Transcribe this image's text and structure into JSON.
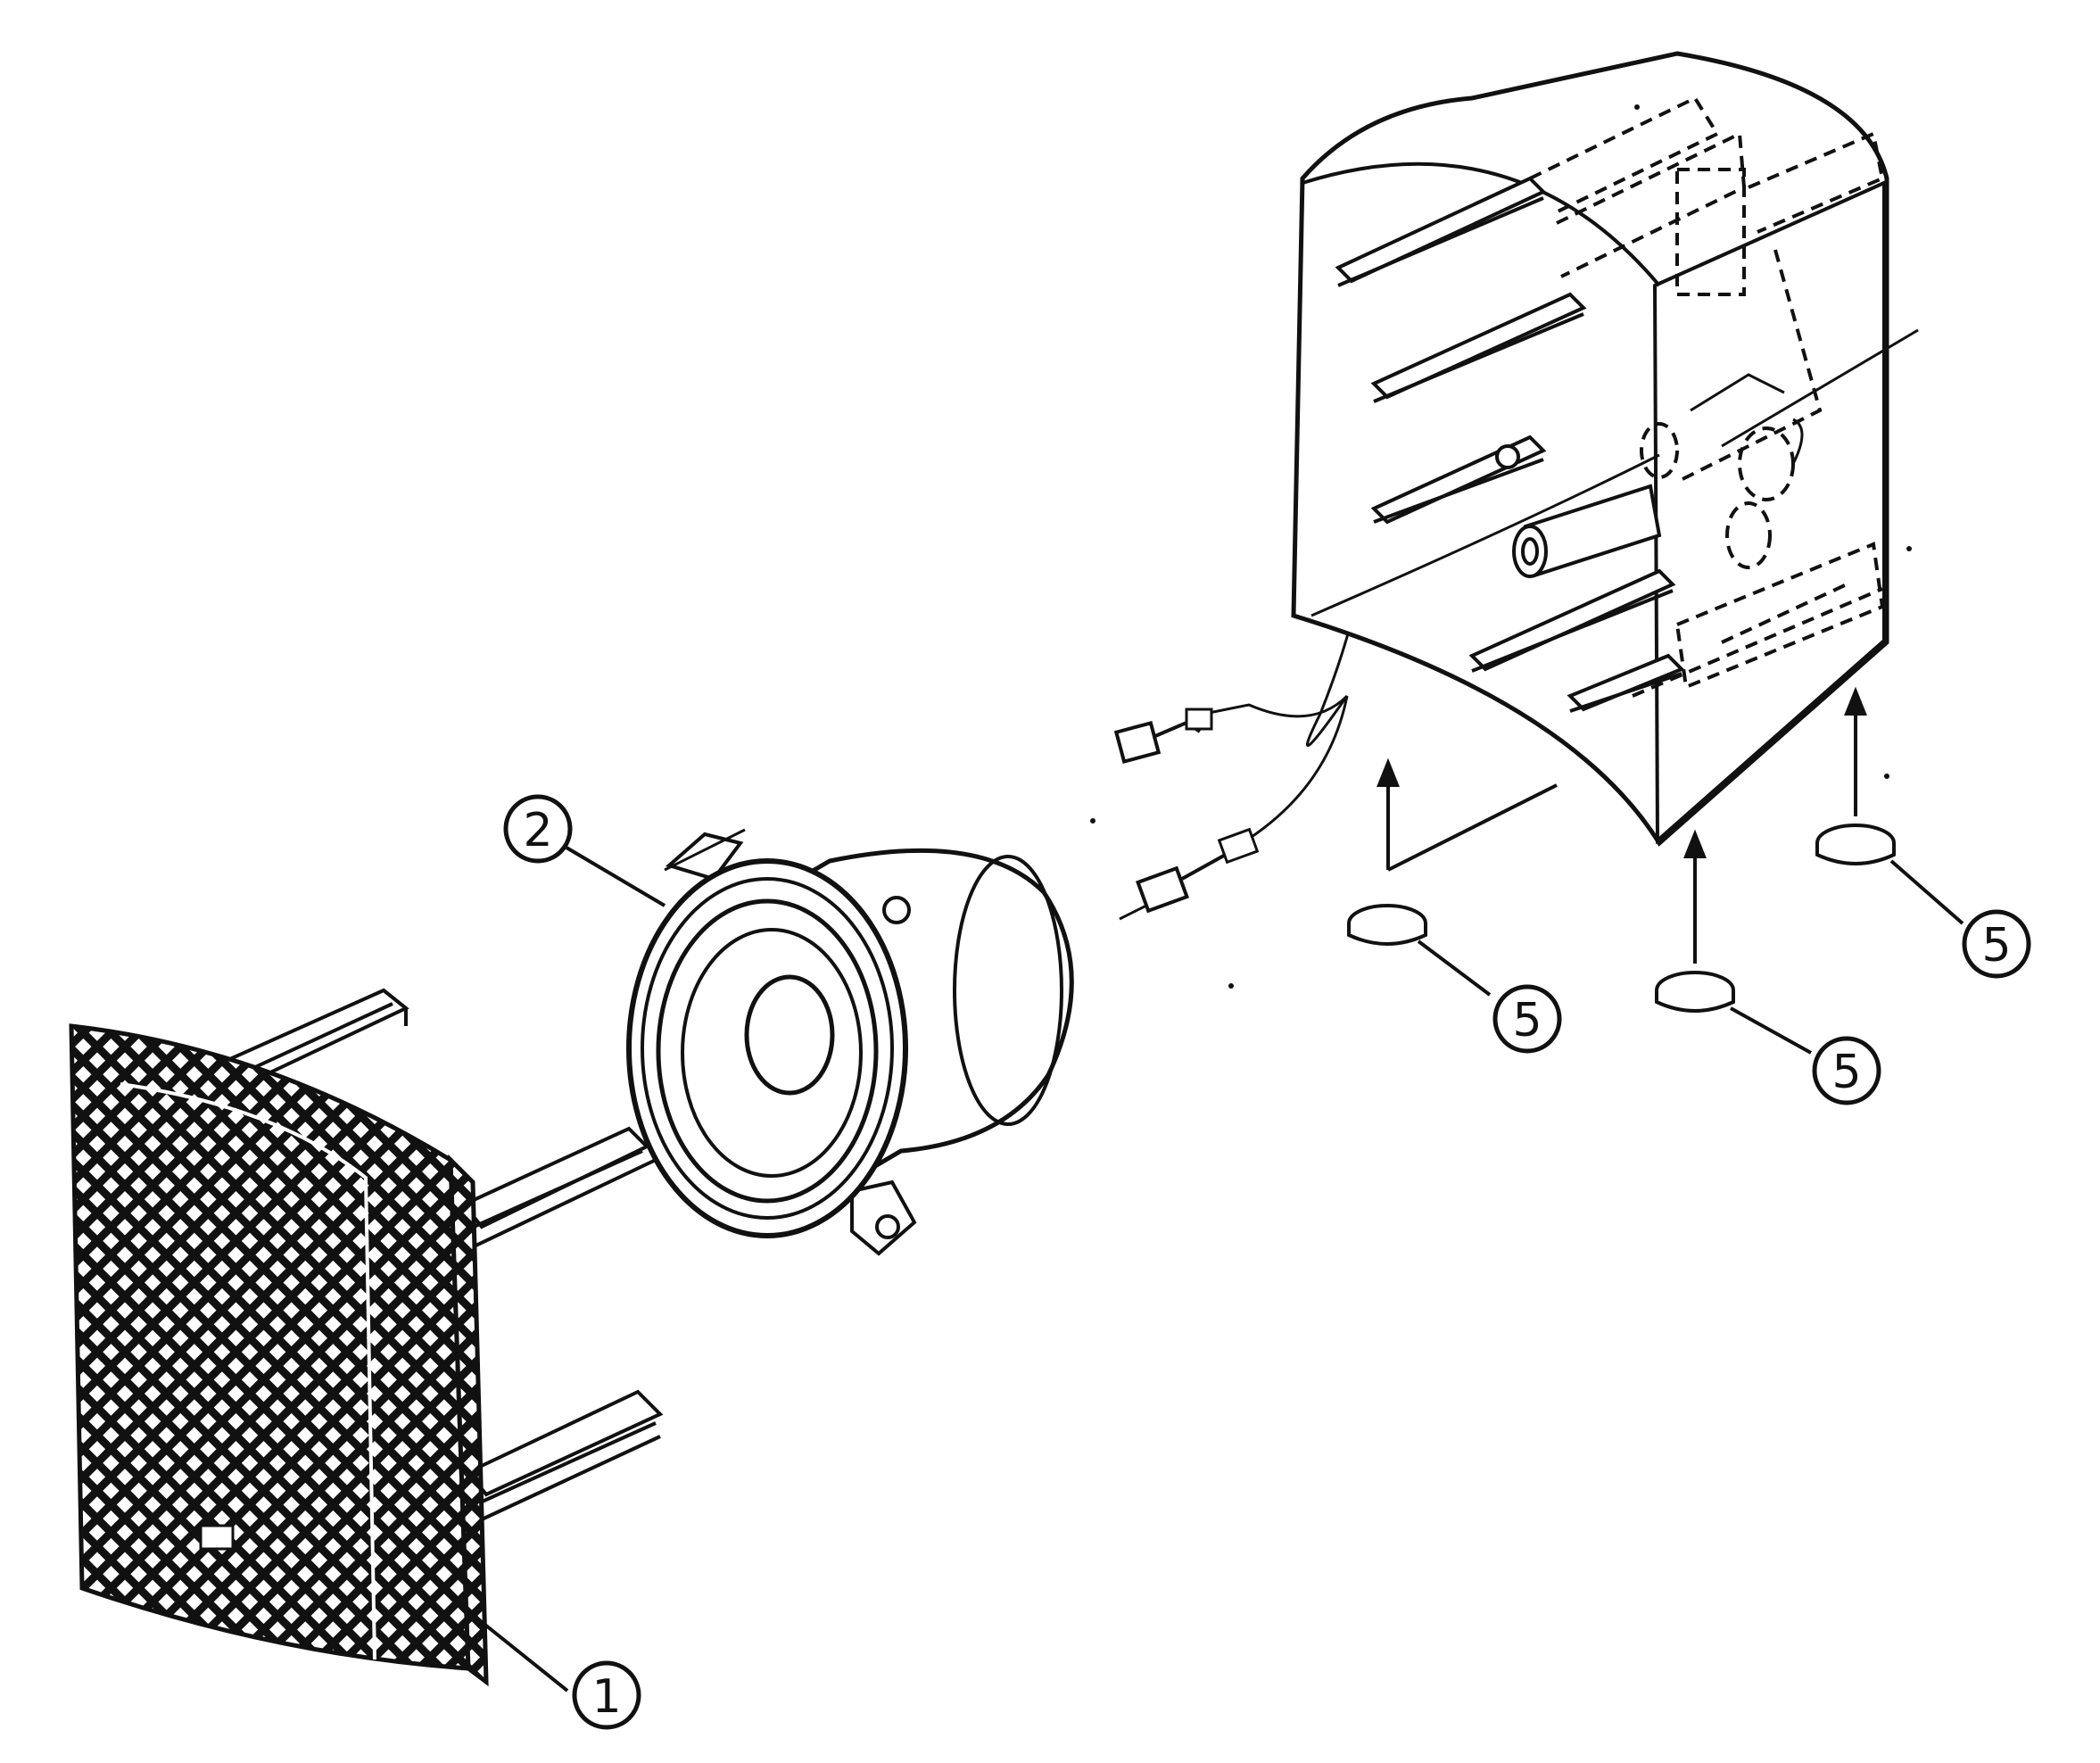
{
  "callouts": [
    {
      "id": "grille",
      "number": "1"
    },
    {
      "id": "driver",
      "number": "2"
    },
    {
      "id": "foot-a",
      "number": "5"
    },
    {
      "id": "foot-b",
      "number": "5"
    },
    {
      "id": "foot-c",
      "number": "5"
    }
  ],
  "colors": {
    "line": "#111111",
    "background": "#ffffff"
  }
}
